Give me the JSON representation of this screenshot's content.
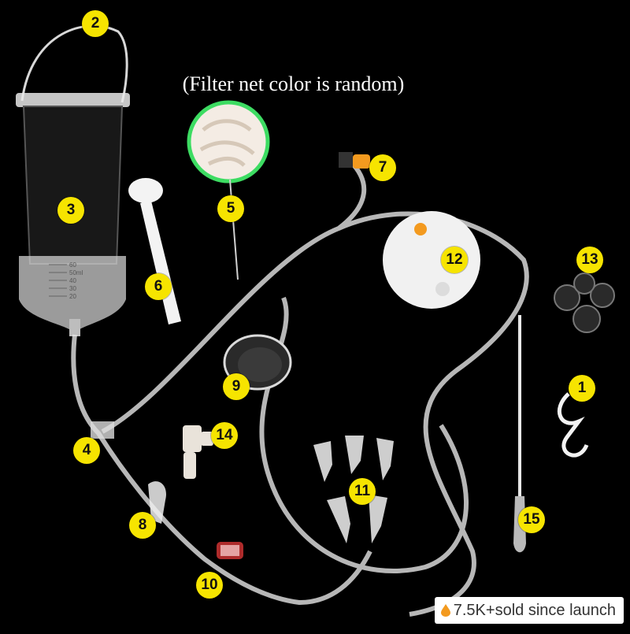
{
  "caption": "(Filter net color is random)",
  "labels": {
    "n1": "1",
    "n2": "2",
    "n3": "3",
    "n4": "4",
    "n5": "5",
    "n6": "6",
    "n7": "7",
    "n8": "8",
    "n9": "9",
    "n10": "10",
    "n11": "11",
    "n12": "12",
    "n13": "13",
    "n14": "14",
    "n15": "15"
  },
  "cup_scale": [
    "60",
    "50ml",
    "40",
    "30",
    "20"
  ],
  "badge": {
    "text": "7.5K+sold since launch",
    "icon": "flame-icon"
  },
  "colors": {
    "background": "#000000",
    "label_fill": "#f6e400",
    "valve_orange": "#f39a1f",
    "filter_rim": "#3ddc62"
  }
}
